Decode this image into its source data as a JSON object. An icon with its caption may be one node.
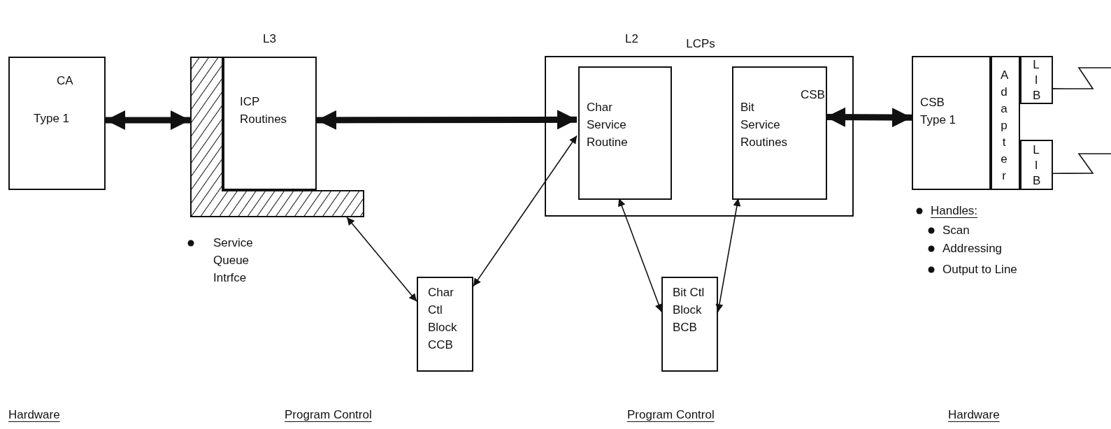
{
  "diagram": {
    "nodes": [
      {
        "text": [
          "CA",
          "Type 1"
        ]
      },
      {
        "text": [],
        "shape": "bar",
        "beside": [
          "Service Queue Intrfce"
        ]
      },
      {
        "text": [
          "ICP Routines"
        ],
        "in": 1
      },
      {
        "text": [
          "LCPs"
        ]
      },
      {
        "text": [
          "Char Service Routine"
        ],
        "in": 3
      },
      {
        "text": [
          "CSB",
          "Bit Service Routines"
        ],
        "in": 3
      },
      {
        "text": [
          "CSB Type 1"
        ]
      },
      {
        "text": [
          "Adapter"
        ]
      },
      {
        "text": [
          "LIB"
        ]
      },
      {
        "text": [
          "LIB"
        ]
      },
      {
        "text": [
          "Char Ctl Block CCB"
        ]
      },
      {
        "text": [
          "Bit Ctl Block BCB"
        ]
      }
    ],
    "edges": [
      {
        "from": 0,
        "to": 1,
        "arrow": "both",
        "style": "thick"
      },
      {
        "from": 2,
        "to": 4,
        "arrow": "both",
        "style": "thick"
      },
      {
        "from": 5,
        "to": 6,
        "arrow": "both",
        "style": "thick"
      },
      {
        "from": 1,
        "to": 10,
        "arrow": "both"
      },
      {
        "from": 10,
        "to": 4,
        "arrow": "both"
      },
      {
        "from": 4,
        "to": 11,
        "arrow": "both"
      },
      {
        "from": 5,
        "to": 11,
        "arrow": "both"
      },
      {
        "from": 8,
        "to": null,
        "arrow": "none"
      },
      {
        "from": 9,
        "to": null,
        "arrow": "none"
      }
    ],
    "labels": [
      "L3",
      "L2",
      "Handles:",
      "Scan",
      "Addressing",
      "Output to Line",
      "Hardware",
      "Program Control",
      "Program Control",
      "Hardware"
    ]
  }
}
